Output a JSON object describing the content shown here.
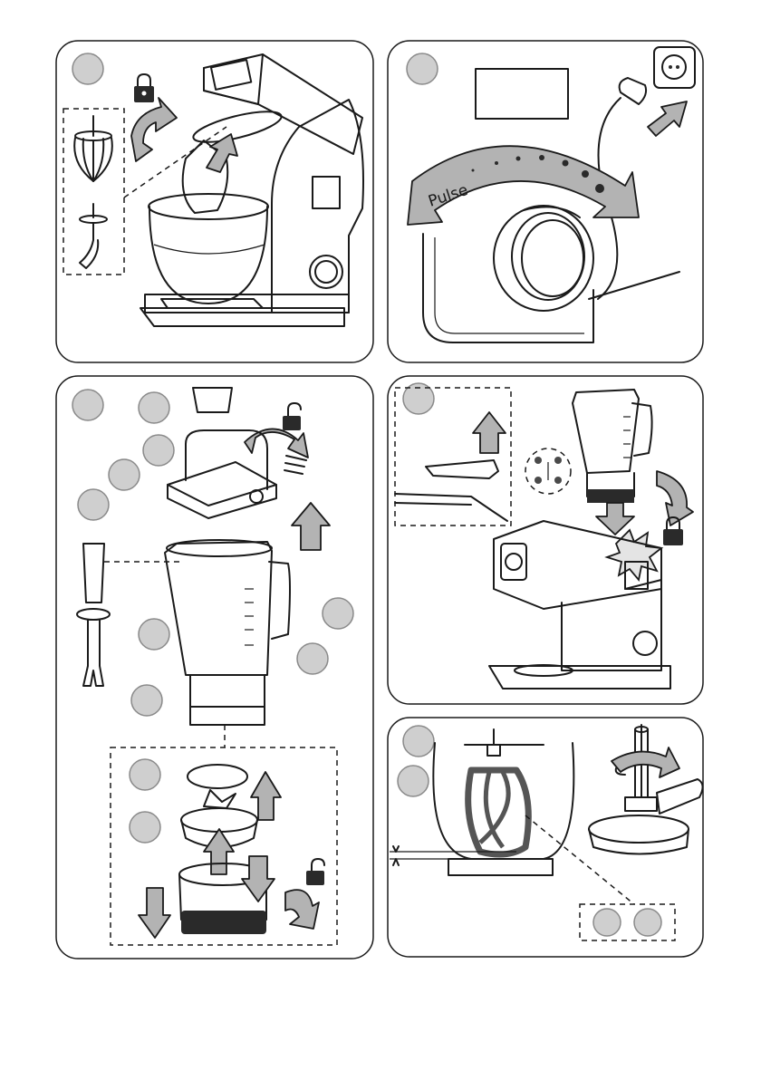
{
  "figures": [
    {
      "id": "fig-1",
      "badge": ""
    },
    {
      "id": "fig-2",
      "badge": ""
    },
    {
      "id": "fig-3",
      "badge": ""
    },
    {
      "id": "fig-4",
      "badge": ""
    },
    {
      "id": "fig-5",
      "badge": ""
    }
  ],
  "dial": {
    "pulse_label": "Pulse",
    "speed_dots": 7
  },
  "callouts": {
    "blender_parts": 9,
    "beater_parts": 1,
    "spare_parts": 2
  },
  "icons": [
    "lock-icon",
    "unlock-icon",
    "rotate-arrow-icon",
    "up-arrow-icon",
    "down-arrow-icon",
    "plug-icon",
    "wall-socket-icon",
    "wrench-icon"
  ]
}
